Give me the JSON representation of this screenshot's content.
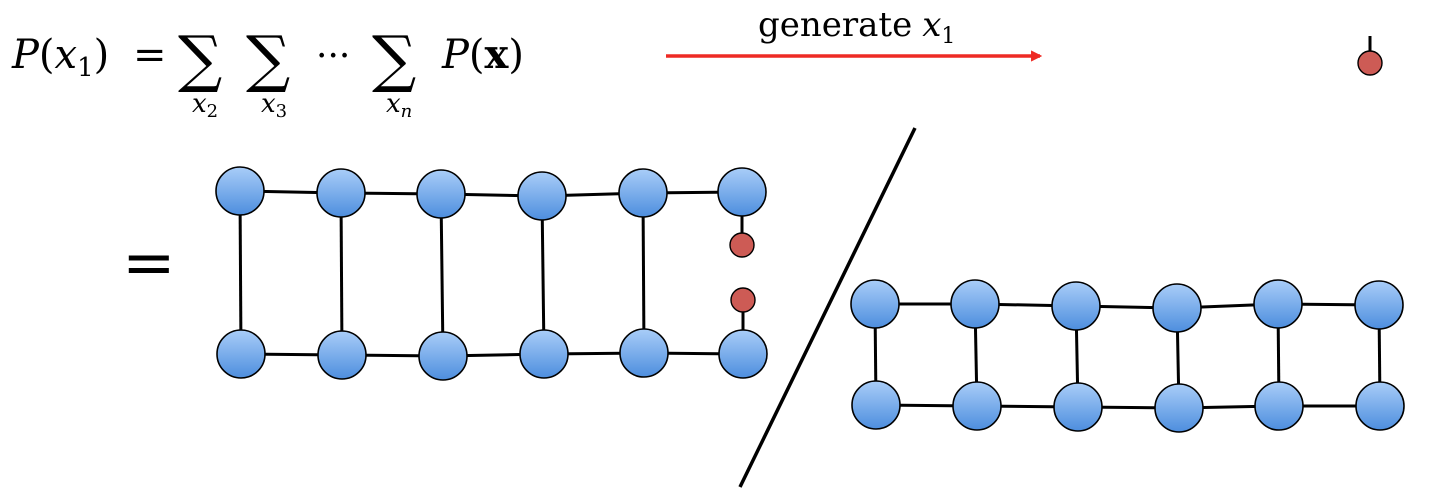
{
  "formula": {
    "lhs": {
      "P": "P",
      "open": "(",
      "x": "x",
      "sub": "1",
      "close": ")"
    },
    "equals": "=",
    "sums": [
      {
        "symbol": "∑",
        "index_var": "x",
        "index_sub": "2"
      },
      {
        "symbol": "∑",
        "index_var": "x",
        "index_sub": "3"
      },
      {
        "symbol": "∑",
        "index_var": "x",
        "index_sub": "n"
      }
    ],
    "dots": "···",
    "rhs": {
      "P": "P",
      "open": "(",
      "bold_x": "x",
      "close": ")"
    }
  },
  "arrow": {
    "label_word": "generate",
    "label_var": "x",
    "label_sub": "1",
    "color": "#ee2a24"
  },
  "equals_sign": "=",
  "colors": {
    "node_blue_top": "#a9cdf8",
    "node_blue_bottom": "#4d8ede",
    "node_red": "#cd5b55",
    "line": "#000000"
  },
  "networks": [
    {
      "name": "numerator-network",
      "columns": 6,
      "rows": 2,
      "open_last_column": true,
      "red_nodes_in_gap": 2
    },
    {
      "name": "denominator-network",
      "columns": 6,
      "rows": 2,
      "open_last_column": false,
      "red_nodes_in_gap": 0
    }
  ],
  "result_node": {
    "type": "red-node-with-open-leg"
  }
}
